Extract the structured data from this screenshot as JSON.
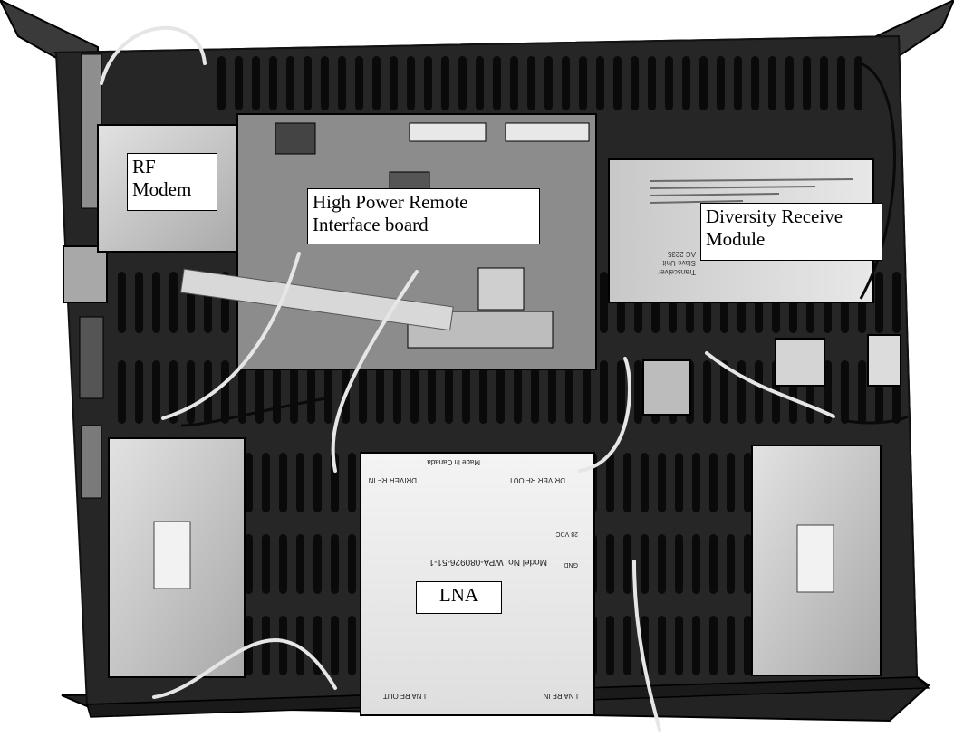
{
  "labels": {
    "rf_modem": {
      "line1": "RF",
      "line2": "Modem"
    },
    "remote_interface": {
      "line1": "High Power Remote",
      "line2": "Interface board"
    },
    "diversity_receive": {
      "line1": "Diversity Receive",
      "line2": "Module"
    },
    "lna": {
      "text": "LNA"
    }
  },
  "component_markings": {
    "lna_model": "Model No. WPA-080926-51-1",
    "lna_made_in": "Made in Canada",
    "driver_rf_in": "DRIVER RF IN",
    "driver_rf_out": "DRIVER RF OUT",
    "lna_rf_out": "LNA RF OUT",
    "lna_rf_in": "LNA RF IN",
    "vdc_28": "28 VDC",
    "gnd": "GND",
    "transceiver_line1": "Transceiver",
    "transceiver_line2": "Slave Unit",
    "transceiver_line3": "AC 2235"
  },
  "colors": {
    "chassis": "#2a2a2a",
    "chassis_edge": "#111111",
    "slot": "#0a0a0a",
    "module": "#cfcfcf",
    "pcb": "#9a9a9a",
    "cable": "#e6e6e6"
  }
}
